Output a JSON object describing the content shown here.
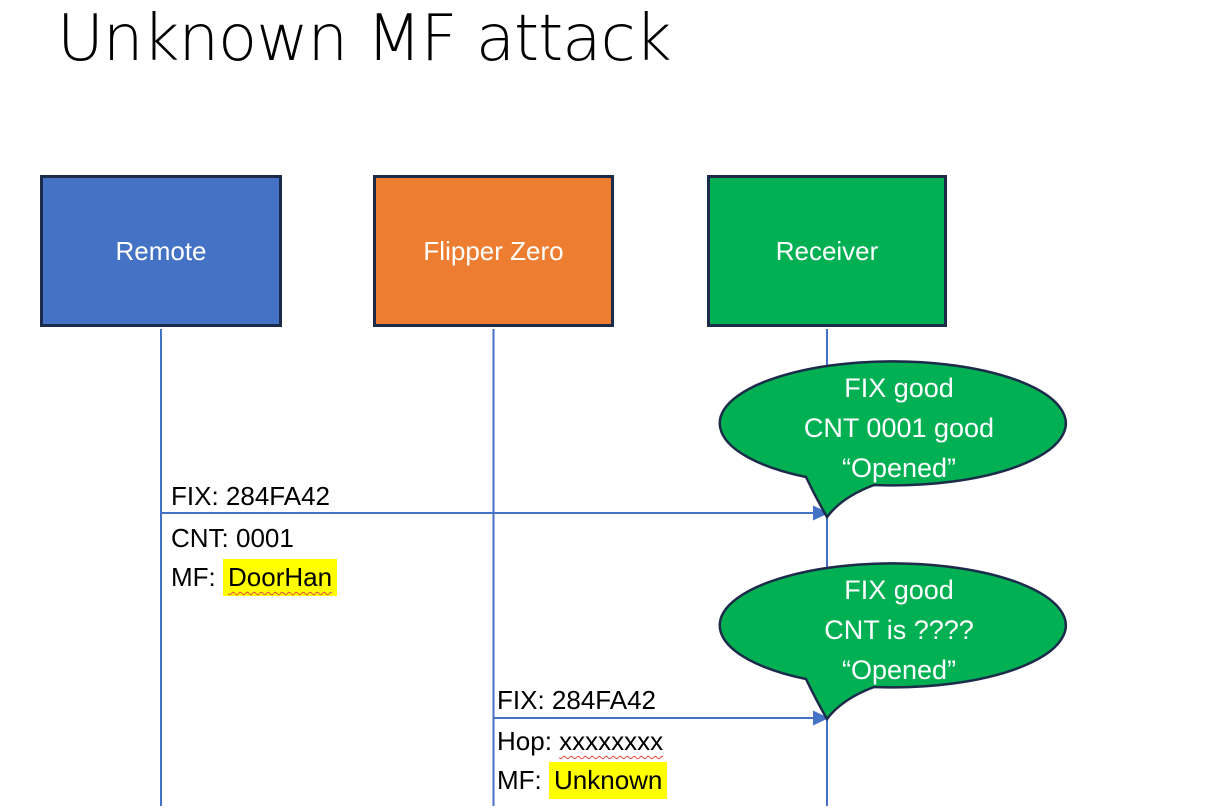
{
  "slide": {
    "title": "Unknown MF attack"
  },
  "actors": [
    {
      "id": "remote",
      "label": "Remote",
      "fill": "#4472C4"
    },
    {
      "id": "flipper-zero",
      "label": "Flipper Zero",
      "fill": "#ED7D31"
    },
    {
      "id": "receiver",
      "label": "Receiver",
      "fill": "#00B053"
    }
  ],
  "messages": [
    {
      "from": "Remote",
      "to": "Receiver",
      "fix": "FIX: 284FA42",
      "cnt": "CNT: 0001",
      "mf_prefix": "MF: ",
      "mf_value": "DoorHan"
    },
    {
      "from": "Flipper Zero",
      "to": "Receiver",
      "fix": "FIX: 284FA42",
      "hop_prefix": "Hop: ",
      "hop_value": "xxxxxxxx",
      "mf_prefix": "MF: ",
      "mf_value": "Unknown"
    }
  ],
  "callouts": [
    {
      "line1": "FIX good",
      "line2": "CNT 0001 good",
      "line3": "“Opened”"
    },
    {
      "line1": "FIX good",
      "line2": "CNT is ????",
      "line3": "“Opened”"
    }
  ],
  "colors": {
    "actor_border": "#1C2B4A",
    "line_blue": "#4472C4",
    "callout_fill": "#00B053",
    "highlight_yellow": "#FFFF00",
    "misspell_red": "#E8483F"
  }
}
